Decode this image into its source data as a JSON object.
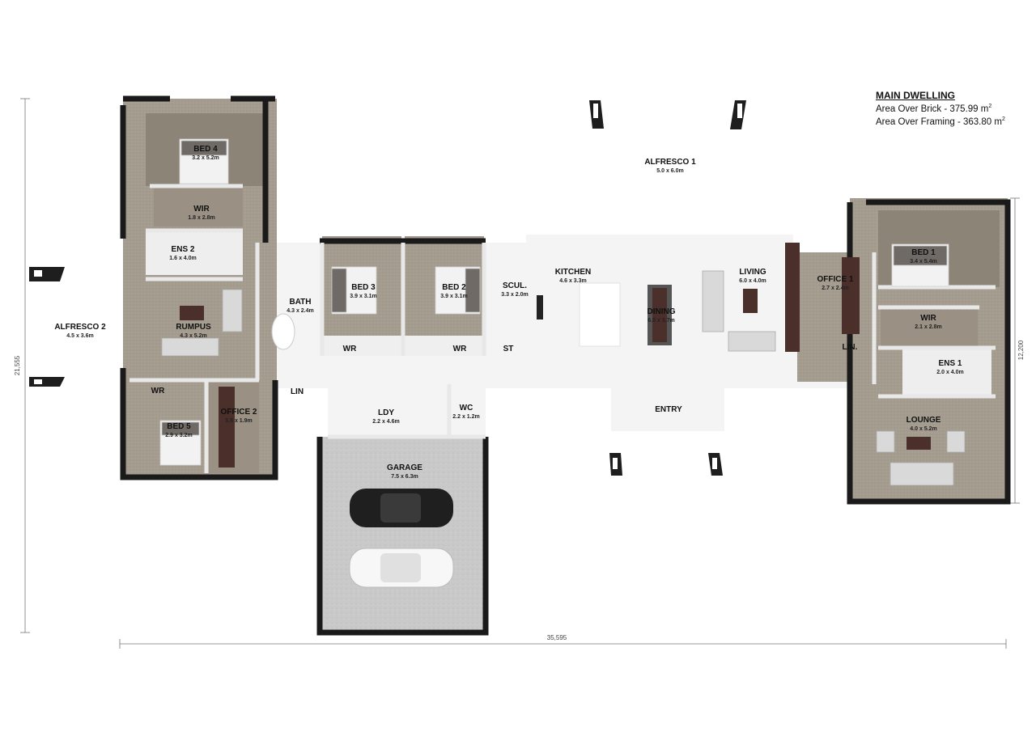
{
  "legend": {
    "title": "MAIN DWELLING",
    "lines": [
      "Area Over Brick - 375.99 m",
      "Area Over Framing - 363.80 m"
    ],
    "unit_sup": "2"
  },
  "dims": {
    "overall_width": "35,595",
    "left_height": "21,555",
    "right_height": "12,200"
  },
  "rooms": [
    {
      "id": "alfresco-1",
      "name": "ALFRESCO 1",
      "size": "5.0 x 6.0m"
    },
    {
      "id": "alfresco-2",
      "name": "ALFRESCO 2",
      "size": "4.5 x 3.6m"
    },
    {
      "id": "bed-4",
      "name": "BED 4",
      "size": "3.2 x 5.2m"
    },
    {
      "id": "wir-4",
      "name": "WIR",
      "size": "1.8 x 2.8m"
    },
    {
      "id": "ens-2",
      "name": "ENS 2",
      "size": "1.6 x 4.0m"
    },
    {
      "id": "rumpus",
      "name": "RUMPUS",
      "size": "4.3 x 5.2m"
    },
    {
      "id": "wr-5",
      "name": "WR",
      "size": ""
    },
    {
      "id": "bed-5",
      "name": "BED 5",
      "size": "2.9 x 3.2m"
    },
    {
      "id": "office-2",
      "name": "OFFICE 2",
      "size": "3.5 x 1.9m"
    },
    {
      "id": "bath",
      "name": "BATH",
      "size": "4.3 x 2.4m"
    },
    {
      "id": "lin-2",
      "name": "LIN",
      "size": ""
    },
    {
      "id": "bed-3",
      "name": "BED 3",
      "size": "3.9 x 3.1m"
    },
    {
      "id": "wr-3",
      "name": "WR",
      "size": ""
    },
    {
      "id": "bed-2",
      "name": "BED 2",
      "size": "3.9 x 3.1m"
    },
    {
      "id": "wr-2",
      "name": "WR",
      "size": ""
    },
    {
      "id": "scul",
      "name": "SCUL.",
      "size": "3.3 x 2.0m"
    },
    {
      "id": "st",
      "name": "ST",
      "size": ""
    },
    {
      "id": "kitchen",
      "name": "KITCHEN",
      "size": "4.6 x 3.3m"
    },
    {
      "id": "dining",
      "name": "DINING",
      "size": "6.0 x 3.7m"
    },
    {
      "id": "living",
      "name": "LIVING",
      "size": "6.0 x 4.0m"
    },
    {
      "id": "entry",
      "name": "ENTRY",
      "size": ""
    },
    {
      "id": "ldy",
      "name": "LDY",
      "size": "2.2 x 4.6m"
    },
    {
      "id": "wc",
      "name": "WC",
      "size": "2.2 x 1.2m"
    },
    {
      "id": "garage",
      "name": "GARAGE",
      "size": "7.5 x 6.3m"
    },
    {
      "id": "office-1",
      "name": "OFFICE 1",
      "size": "2.7 x 2.4m"
    },
    {
      "id": "lin-1",
      "name": "LIN.",
      "size": ""
    },
    {
      "id": "bed-1",
      "name": "BED 1",
      "size": "3.4 x 5.4m"
    },
    {
      "id": "wir-1",
      "name": "WIR",
      "size": "2.1 x 2.8m"
    },
    {
      "id": "ens-1",
      "name": "ENS 1",
      "size": "2.0 x 4.0m"
    },
    {
      "id": "lounge",
      "name": "LOUNGE",
      "size": "4.0 x 5.2m"
    }
  ]
}
